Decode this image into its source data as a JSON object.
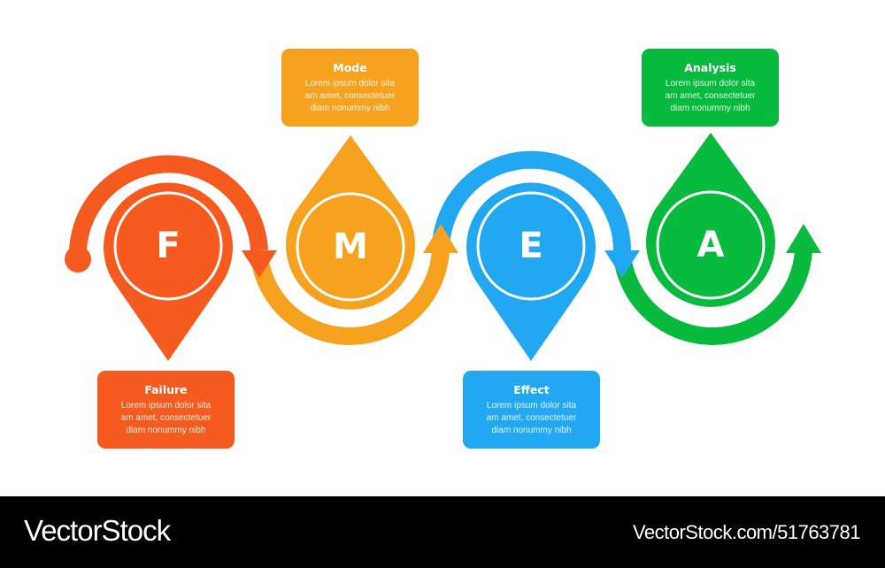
{
  "colors": {
    "failure": "#F55B1F",
    "mode": "#F6A21E",
    "effect": "#22A8F2",
    "analysis": "#08BB3E"
  },
  "steps": [
    {
      "letter": "F",
      "title": "Failure",
      "description": "Lorem ipsum dolor sita\nam amet, consectetuer\ndiam nonummy  nibh",
      "color": "#F55B1F",
      "box_position": "bottom"
    },
    {
      "letter": "M",
      "title": "Mode",
      "description": "Lorem ipsum dolor sita\nam amet, consectetuer\ndiam nonummy  nibh",
      "color": "#F6A21E",
      "box_position": "top"
    },
    {
      "letter": "E",
      "title": "Effect",
      "description": "Lorem ipsum dolor sita\nam amet, consectetuer\ndiam nonummy  nibh",
      "color": "#22A8F2",
      "box_position": "bottom"
    },
    {
      "letter": "A",
      "title": "Analysis",
      "description": "Lorem ipsum dolor sita\nam amet, consectetuer\ndiam nonummy  nibh",
      "color": "#08BB3E",
      "box_position": "top"
    }
  ],
  "footer": {
    "brand": "VectorStock",
    "reference": "VectorStock.com/51763781"
  }
}
